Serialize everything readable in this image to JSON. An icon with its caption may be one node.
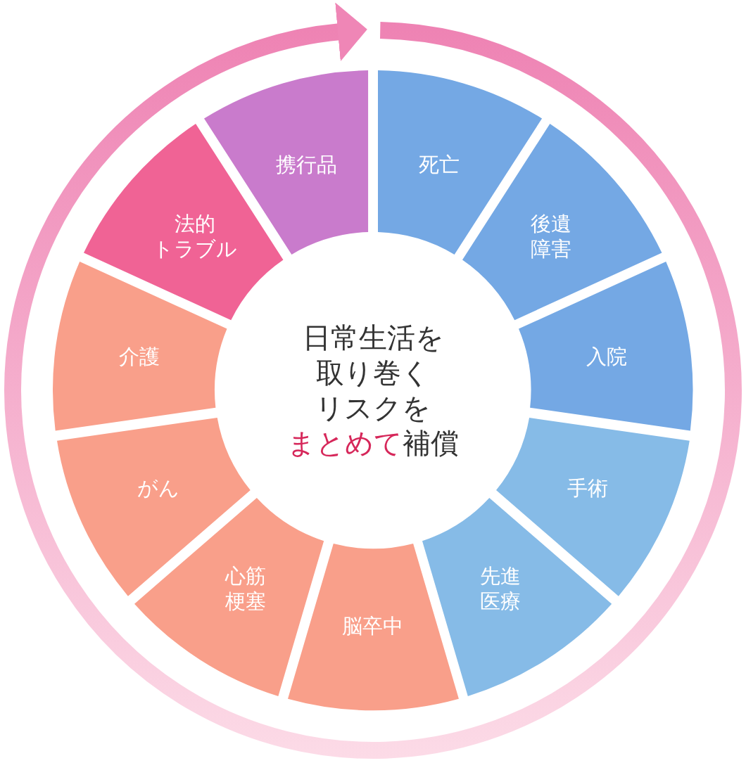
{
  "diagram": {
    "nodes": [
      {
        "text": [
          "日常生活を取り巻くリスクを**まとめて**補償"
        ]
      },
      {
        "text": [
          "死亡"
        ]
      },
      {
        "text": [
          "後遺障害"
        ]
      },
      {
        "text": [
          "入院"
        ]
      },
      {
        "text": [
          "手術"
        ]
      },
      {
        "text": [
          "先進医療"
        ]
      },
      {
        "text": [
          "脳卒中"
        ]
      },
      {
        "text": [
          "心筋梗塞"
        ]
      },
      {
        "text": [
          "がん"
        ]
      },
      {
        "text": [
          "介護"
        ]
      },
      {
        "text": [
          "法的トラブル"
        ]
      },
      {
        "text": [
          "携行品"
        ]
      }
    ]
  }
}
